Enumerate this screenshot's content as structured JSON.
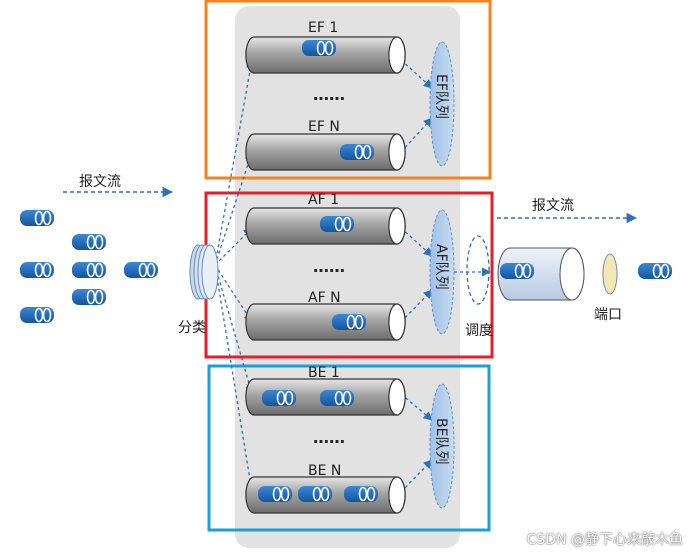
{
  "labels": {
    "flow_in": "报文流",
    "flow_out": "报文流",
    "classify": "分类",
    "schedule": "调度",
    "port": "端口",
    "watermark": "CSDN @静下心来敲木鱼"
  },
  "groups": {
    "ef": {
      "first": "EF 1",
      "ellipsis": "……",
      "last": "EF N",
      "queue": "EF队列",
      "color": "#F5821F"
    },
    "af": {
      "first": "AF 1",
      "ellipsis": "……",
      "last": "AF N",
      "queue": "AF队列",
      "color": "#E3202A"
    },
    "be": {
      "first": "BE 1",
      "ellipsis": "……",
      "last": "BE N",
      "queue": "BE队列",
      "color": "#1AA0D8"
    }
  },
  "colors": {
    "packet": "#1F6FC0",
    "pipe": "#9A9A9A",
    "panel": "#E2E2E2",
    "arrow": "#2E6FB5"
  }
}
